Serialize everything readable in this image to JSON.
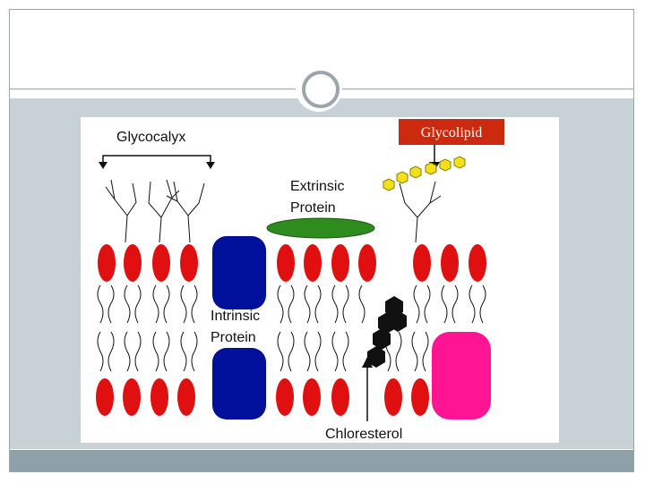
{
  "labels": {
    "glycocalyx": "Glycocalyx",
    "glycolipid": "Glycolipid",
    "extrinsic_line1": "Extrinsic",
    "extrinsic_line2": "Protein",
    "intrinsic_line1": "Intrinsic",
    "intrinsic_line2": "Protein",
    "cholesterol": "Chloresterol"
  },
  "colors": {
    "phospholipid_head": "#e01010",
    "intrinsic_protein": "#00109a",
    "extrinsic_protein": "#2e8b1e",
    "pink_protein": "#ff1493",
    "glycolipid_sugar": "#f2e11a",
    "glycolipid_label_bg": "#cc2a0e",
    "cholesterol": "#111111"
  }
}
